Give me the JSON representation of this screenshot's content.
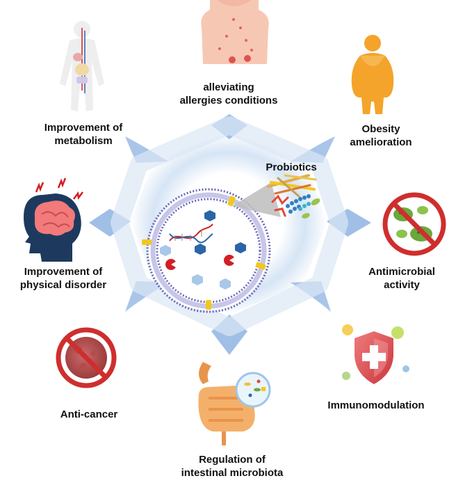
{
  "center": {
    "title": "Probiotics"
  },
  "benefits": {
    "allergies": {
      "line1": "alleviating",
      "line2": "allergies conditions",
      "icon": "allergy-torso-icon"
    },
    "metabolism": {
      "line1": "Improvement of",
      "line2": "metabolism",
      "icon": "human-body-organs-icon"
    },
    "obesity": {
      "line1": "Obesity",
      "line2": "amelioration",
      "icon": "obese-person-icon"
    },
    "physical": {
      "line1": "Improvement of",
      "line2": "physical disorder",
      "icon": "brain-head-icon"
    },
    "antimicrobial": {
      "line1": "Antimicrobial",
      "line2": "activity",
      "icon": "no-bacteria-icon"
    },
    "immuno": {
      "line1": "Immunomodulation",
      "icon": "shield-cross-icon"
    },
    "anticancer": {
      "line1": "Anti-cancer",
      "icon": "no-cancer-cell-icon"
    },
    "microbiota": {
      "line1": "Regulation of",
      "line2": "intestinal microbiota",
      "icon": "intestine-icon"
    }
  },
  "colors": {
    "arrow_blue": "#8fb3de",
    "membrane_purple": "#6a67b8",
    "channel_yellow": "#f2c81e",
    "molecule_red": "#d11f26",
    "molecule_blue": "#2a65a7",
    "ban_red": "#cf2e2e",
    "skin": "#f6c8b4",
    "obese_orange": "#f4a42a"
  }
}
